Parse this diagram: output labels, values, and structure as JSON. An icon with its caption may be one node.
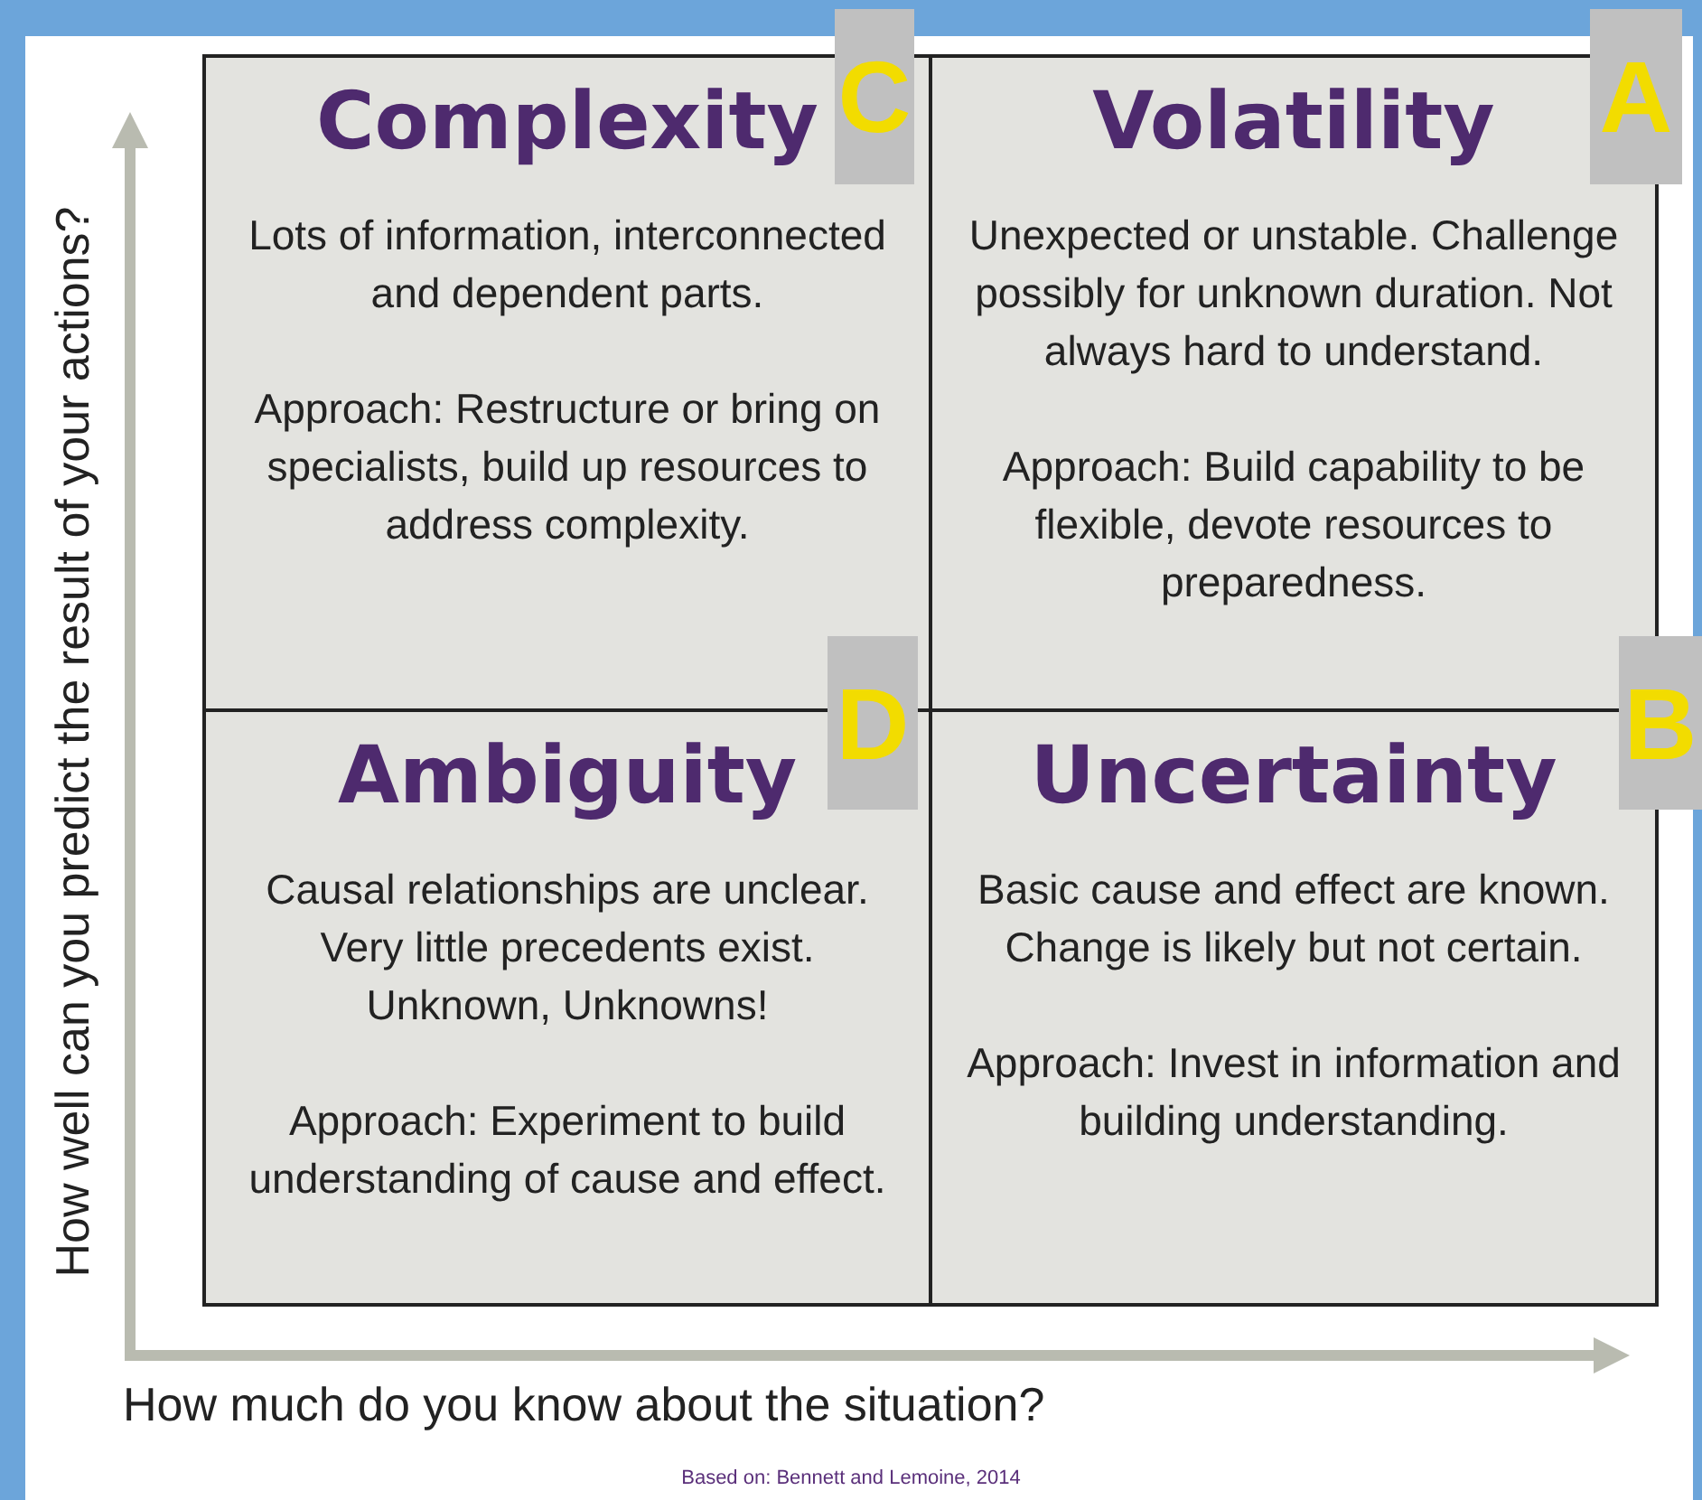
{
  "diagram": {
    "caption": "Based on: Bennett and Lemoine, 2014",
    "nodes": [
      {
        "text": [
          "Complexity",
          "Lots of information, interconnected and dependent parts.",
          "Approach: Restructure or bring on specialists, build up resources to address complexity."
        ]
      },
      {
        "text": [
          "C"
        ]
      },
      {
        "text": [
          "Volatility",
          "Unexpected or unstable. Challenge possibly for unknown duration. Not always hard to understand.",
          "Approach: Build capability to be flexible, devote resources to preparedness."
        ]
      },
      {
        "text": [
          "A"
        ]
      },
      {
        "text": [
          "Ambiguity",
          "Causal relationships are unclear. Very little precedents exist. Unknown, Unknowns!",
          "Approach: Experiment to build understanding of cause and effect."
        ]
      },
      {
        "text": [
          "D"
        ]
      },
      {
        "text": [
          "Uncertainty",
          "Basic cause and effect are known. Change is likely but not certain.",
          "Approach: Invest in information and building understanding."
        ]
      },
      {
        "text": [
          "B"
        ]
      }
    ],
    "labels": [
      "How well can you predict the result of your actions?",
      "How much do you know about the situation?"
    ]
  }
}
